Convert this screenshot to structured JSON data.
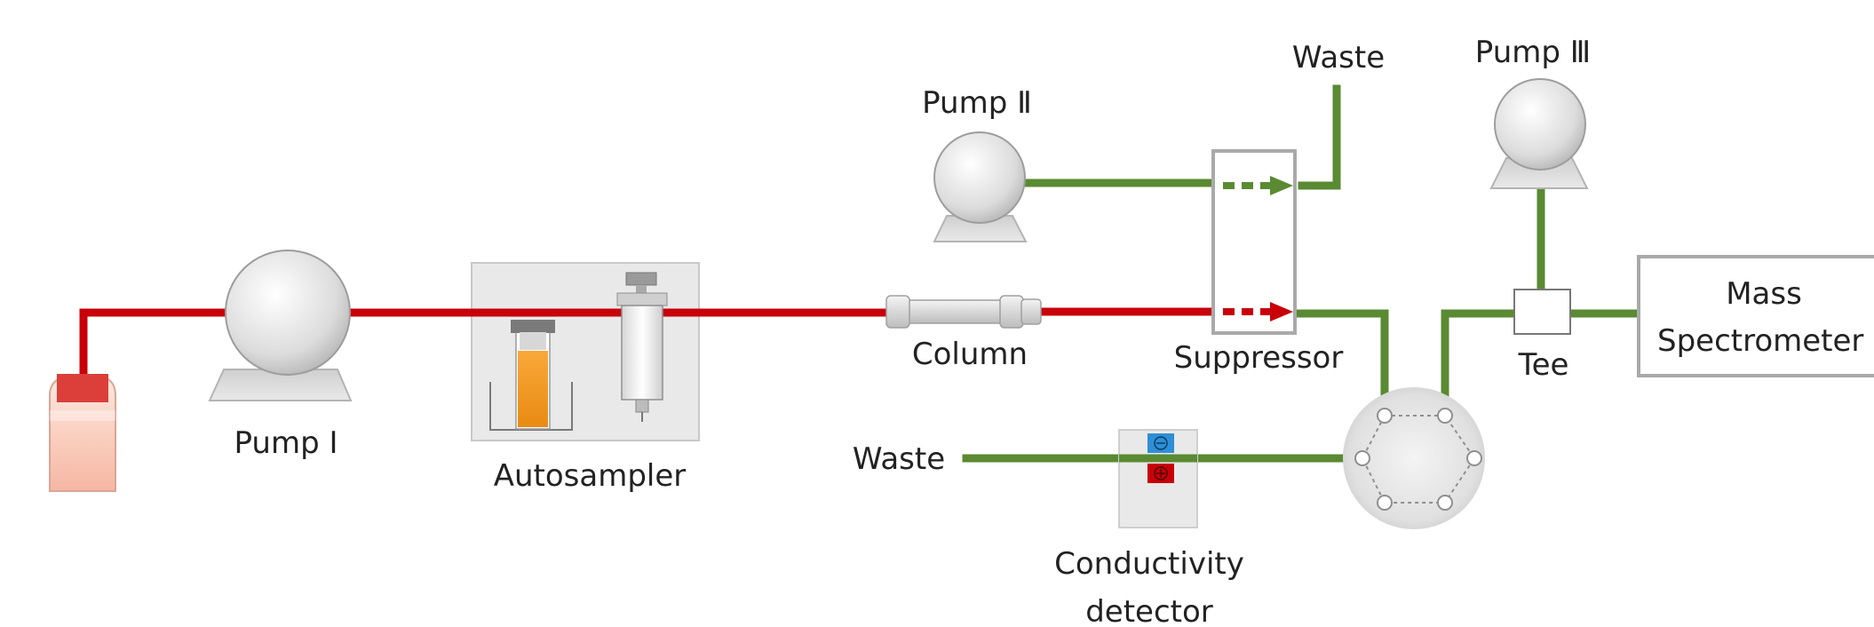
{
  "labels": {
    "pump1": "Pump Ⅰ",
    "pump2": "Pump Ⅱ",
    "pump3": "Pump Ⅲ",
    "autosampler": "Autosampler",
    "column": "Column",
    "suppressor": "Suppressor",
    "waste_top": "Waste",
    "waste_left": "Waste",
    "tee": "Tee",
    "mass_spec_line1": "Mass",
    "mass_spec_line2": "Spectrometer",
    "conductivity_line1": "Conductivity",
    "conductivity_line2": "detector"
  },
  "colors": {
    "eluent_line": "#c8000a",
    "regenerant_line": "#5a8a32",
    "pump_fill": "#e2e2e2",
    "box_border": "#a9a9a9"
  }
}
